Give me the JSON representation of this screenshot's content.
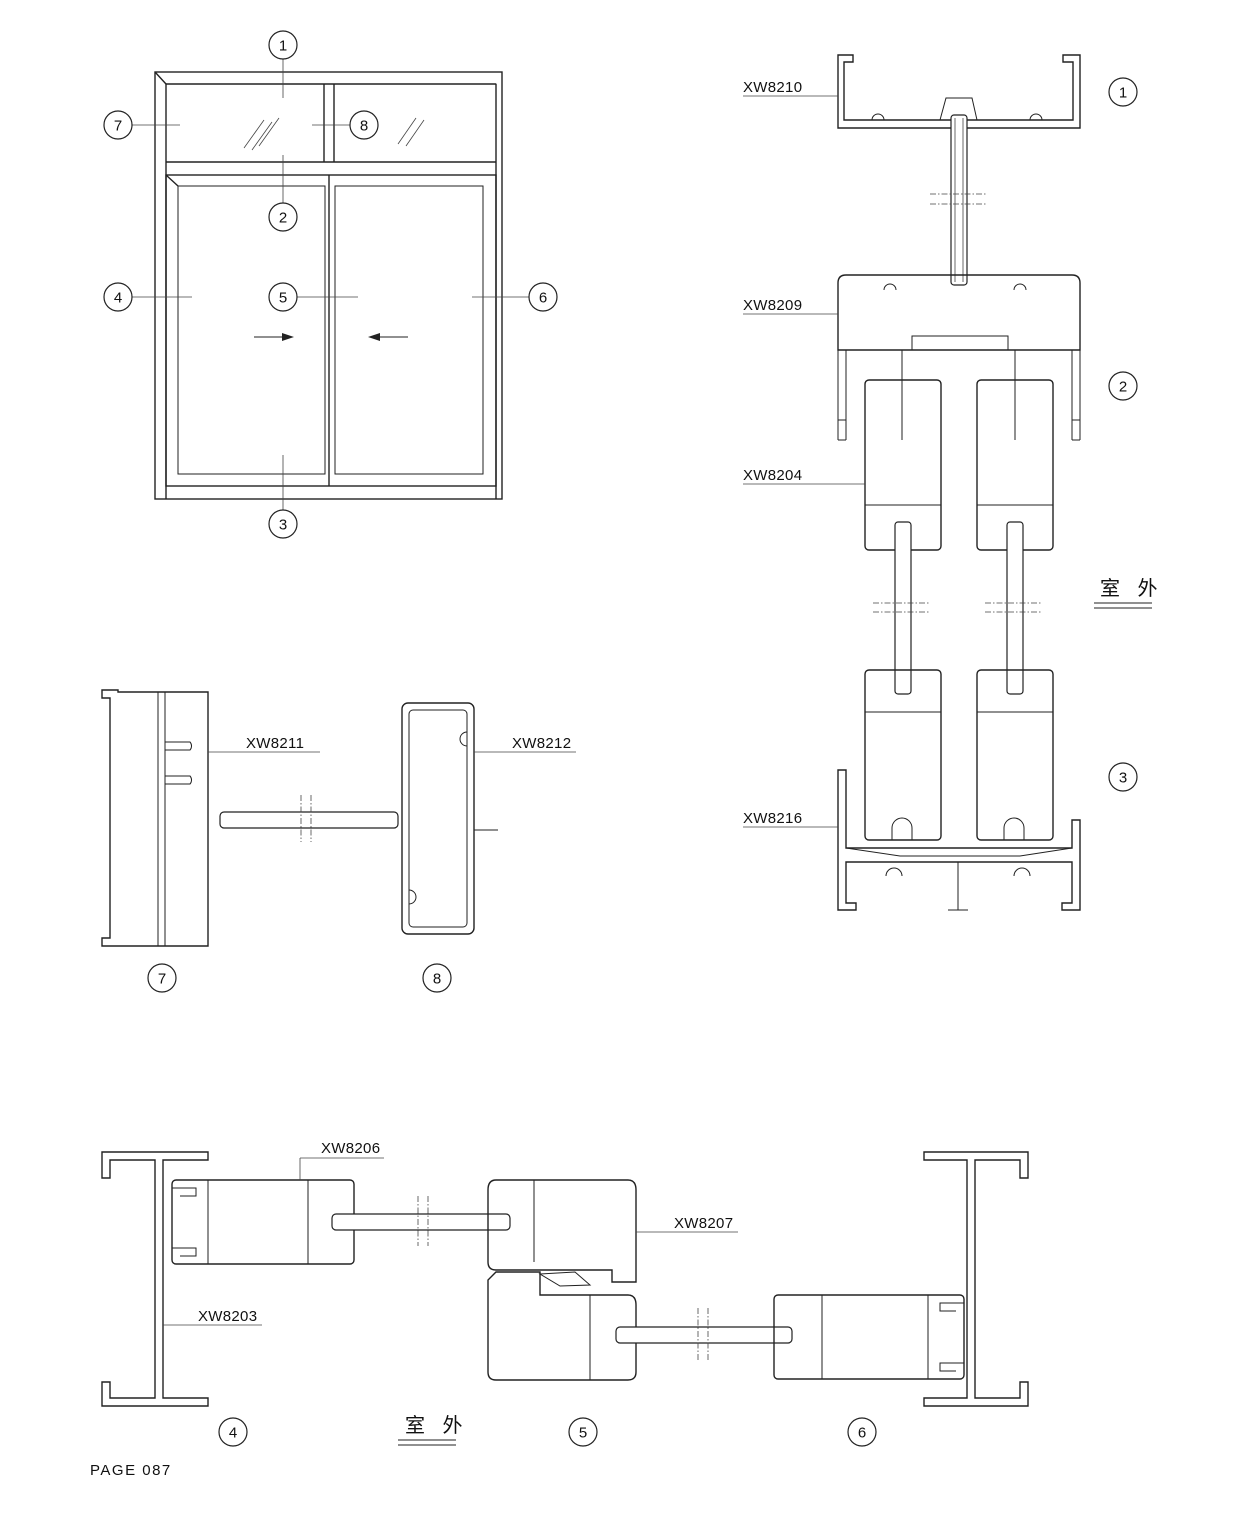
{
  "callouts": [
    "1",
    "2",
    "3",
    "4",
    "5",
    "6",
    "7",
    "8"
  ],
  "profiles": {
    "p8210": "XW8210",
    "p8209": "XW8209",
    "p8204": "XW8204",
    "p8216": "XW8216",
    "p8211": "XW8211",
    "p8212": "XW8212",
    "p8206": "XW8206",
    "p8207": "XW8207",
    "p8203": "XW8203"
  },
  "outdoor_label": "室 外",
  "page_label": "PAGE 087"
}
